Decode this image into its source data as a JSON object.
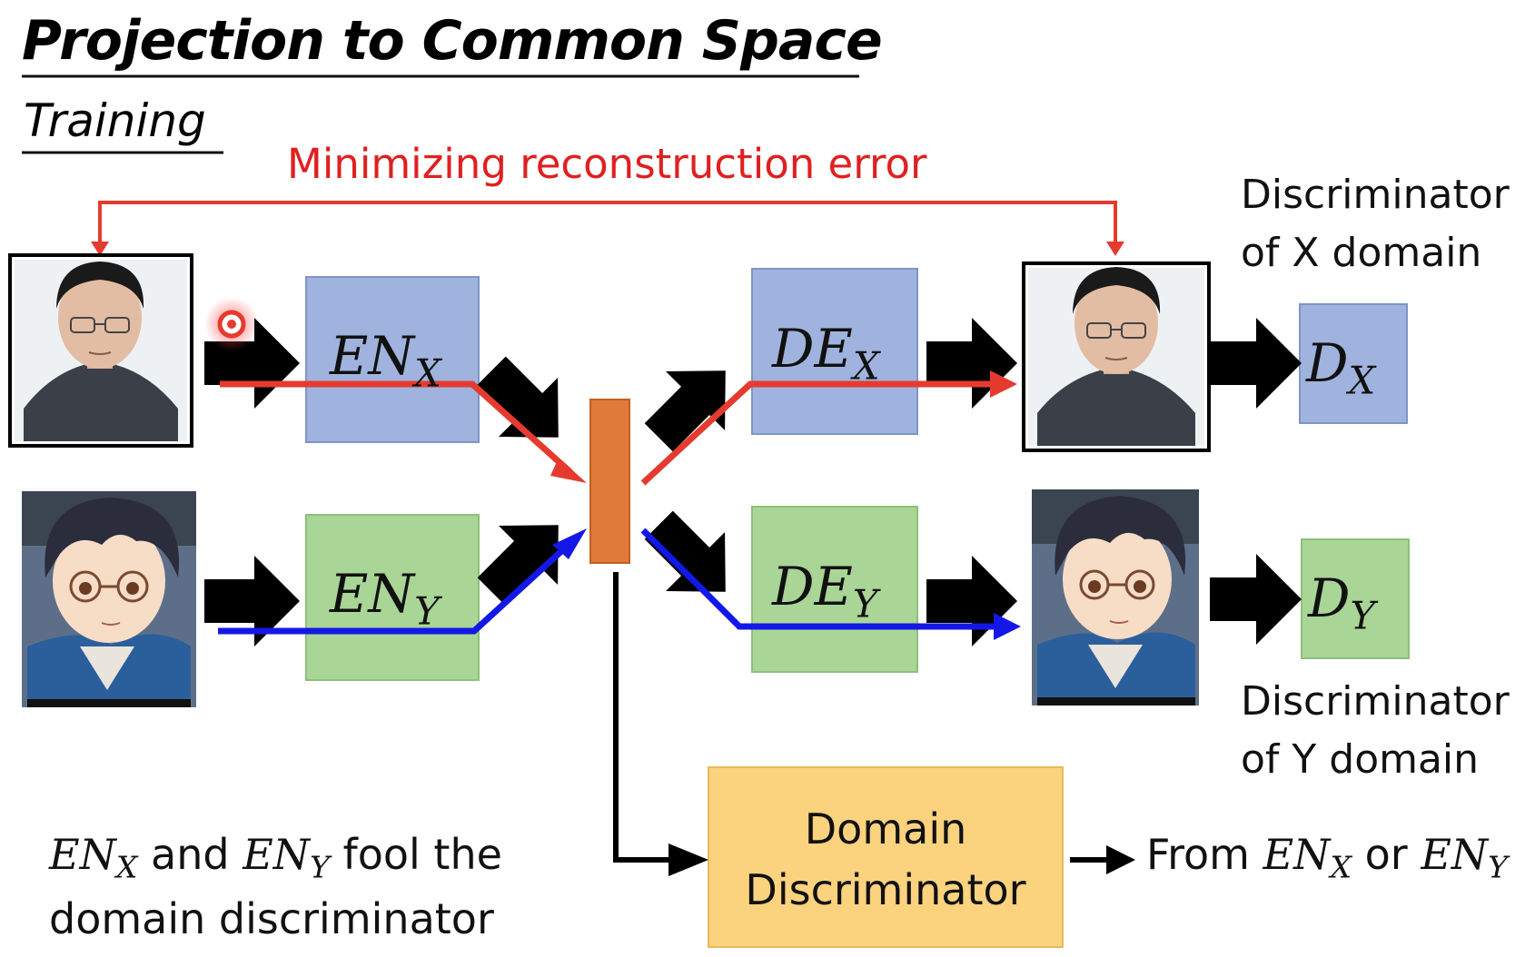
{
  "title": "Projection to Common Space",
  "subtitle": "Training",
  "reconstruction_label": "Minimizing reconstruction error",
  "encoder_x": {
    "base": "EN",
    "sub": "X"
  },
  "encoder_y": {
    "base": "EN",
    "sub": "Y"
  },
  "decoder_x": {
    "base": "DE",
    "sub": "X"
  },
  "decoder_y": {
    "base": "DE",
    "sub": "Y"
  },
  "disc_x": {
    "base": "D",
    "sub": "X"
  },
  "disc_y": {
    "base": "D",
    "sub": "Y"
  },
  "disc_x_caption": {
    "line1": "Discriminator",
    "line2": "of X domain"
  },
  "disc_y_caption": {
    "line1": "Discriminator",
    "line2": "of Y domain"
  },
  "domain_discriminator": {
    "line1": "Domain",
    "line2": "Discriminator"
  },
  "fool_text": {
    "en": "EN",
    "x": "X",
    "and": " and ",
    "y": "Y",
    "rest": " fool the",
    "line2": "domain discriminator"
  },
  "output_text": {
    "from": "From ",
    "en": "EN",
    "x": "X",
    "or": " or ",
    "y": "Y"
  },
  "colors": {
    "blue_box": "#9fb3de",
    "green_box": "#a9d597",
    "orange_latent": "#e07a3a",
    "yellow_box": "#fbd27d",
    "red_path": "#e53b2f",
    "blue_path": "#1418e6",
    "title_text": "#000000",
    "red_text": "#e02020"
  },
  "icons": {
    "photo_x": "person-photo",
    "photo_y": "anime-character-image",
    "cursor": "cursor-highlight-icon"
  }
}
